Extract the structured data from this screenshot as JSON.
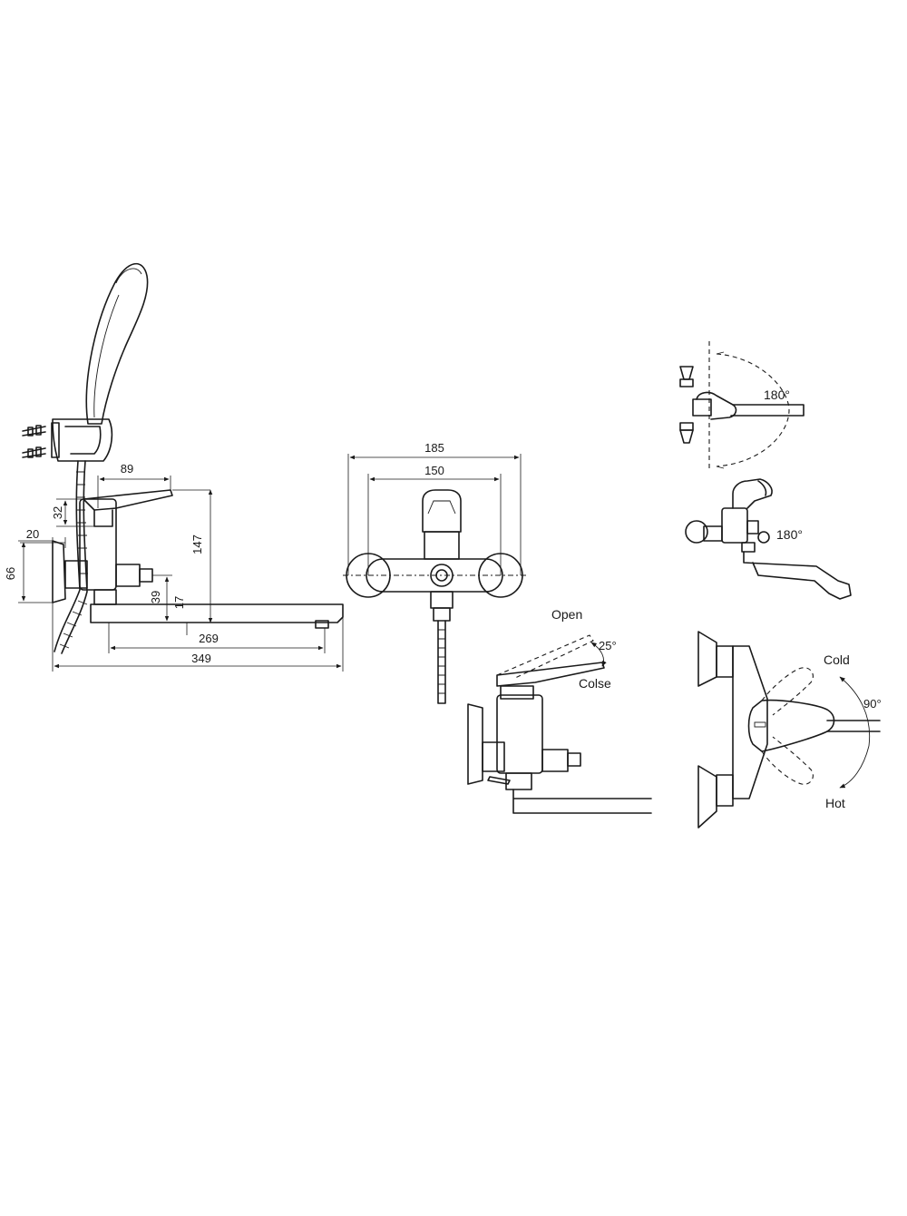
{
  "side_view": {
    "dim_89": "89",
    "dim_32": "32",
    "dim_20": "20",
    "dim_66": "66",
    "dim_147": "147",
    "dim_39": "39",
    "dim_17": "17",
    "dim_269": "269",
    "dim_349": "349"
  },
  "front_view": {
    "dim_185": "185",
    "dim_150": "150"
  },
  "lever_view": {
    "open_label": "Open",
    "angle_label": "25°",
    "close_label": "Colse"
  },
  "swivel_view": {
    "top_angle": "180°",
    "spout_angle": "180°"
  },
  "temp_view": {
    "cold_label": "Cold",
    "angle_label": "90°",
    "hot_label": "Hot"
  },
  "colors": {
    "ink": "#1a1a1a",
    "paper": "#ffffff",
    "backdrop": "#f2f2f2"
  }
}
